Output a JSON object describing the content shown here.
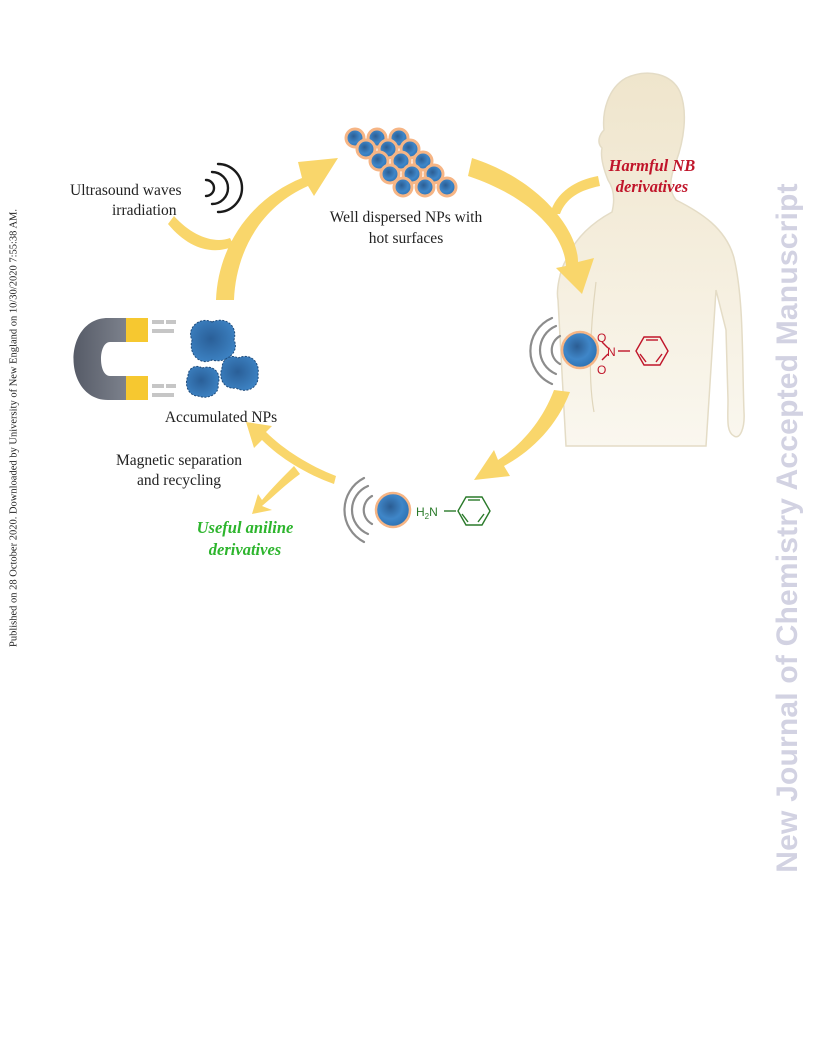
{
  "side_note": "Published on 28 October 2020. Downloaded by University of New England on 10/30/2020 7:55:38 AM.",
  "watermark": "New Journal of Chemistry Accepted Manuscript",
  "labels": {
    "ultrasound_line1": "Ultrasound waves",
    "ultrasound_line2": "irradiation",
    "dispersed_line1": "Well dispersed NPs with",
    "dispersed_line2": "hot surfaces",
    "harmful_line1": "Harmful NB",
    "harmful_line2": "derivatives",
    "accumulated": "Accumulated NPs",
    "magnetic_line1": "Magnetic separation",
    "magnetic_line2": "and recycling",
    "useful_line1": "Useful aniline",
    "useful_line2": "derivatives"
  },
  "chem": {
    "nitro_o_top": "O",
    "nitro_n": "N",
    "nitro_o_bottom": "O",
    "amine_h": "H",
    "amine_sub": "2",
    "amine_n": "N"
  },
  "colors": {
    "arrow": "#f9d66b",
    "harmful": "#c0152a",
    "useful": "#2db52d",
    "np_core": "#2a6fb0",
    "np_rim": "#f6b585",
    "magnet_body": "#6f7480",
    "magnet_pole": "#f6c830",
    "body_silhouette": "#f1ead7",
    "nitrobenzene": "#c0152a",
    "aniline": "#2a7a2a"
  }
}
